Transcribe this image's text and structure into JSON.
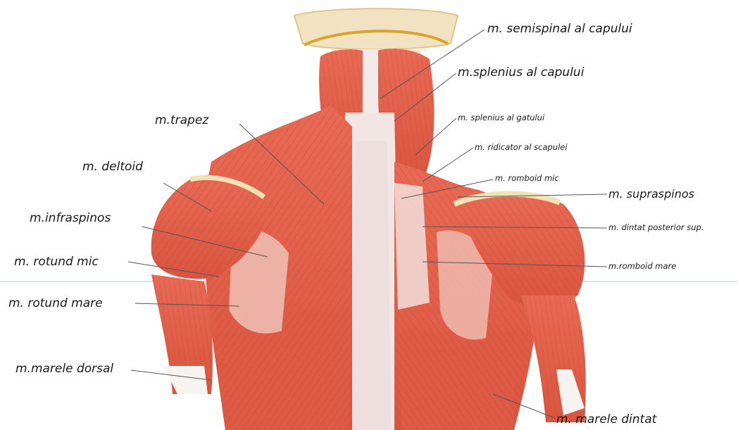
{
  "figure": {
    "labels": {
      "semispinal_capului": "m. semispinal al capului",
      "splenius_capului": "m.splenius al capului",
      "splenius_gatului": "m. splenius al gatului",
      "ridicator_scapulei": "m. ridicator al scapulei",
      "romboid_mic": "m. romboid mic",
      "supraspinos": "m. supraspinos",
      "dintat_posterior_sup": "m. dintat posterior sup.",
      "romboid_mare": "m.romboid mare",
      "marele_dintat": "m. marele dintat",
      "trapez": "m.trapez",
      "deltoid": "m. deltoid",
      "infraspinos": "m.infraspinos",
      "rotund_mic": "m. rotund mic",
      "rotund_mare": "m. rotund mare",
      "marele_dorsal": "m.marele dorsal"
    },
    "colors": {
      "muscle": "#e2654f",
      "muscle_dark": "#b8432f",
      "muscle_light": "#f0937c",
      "fascia": "#f1e4dc",
      "bone_cream": "#f1e3b3",
      "bone_edge": "#d9b64a",
      "leader_line": "#555555"
    }
  }
}
